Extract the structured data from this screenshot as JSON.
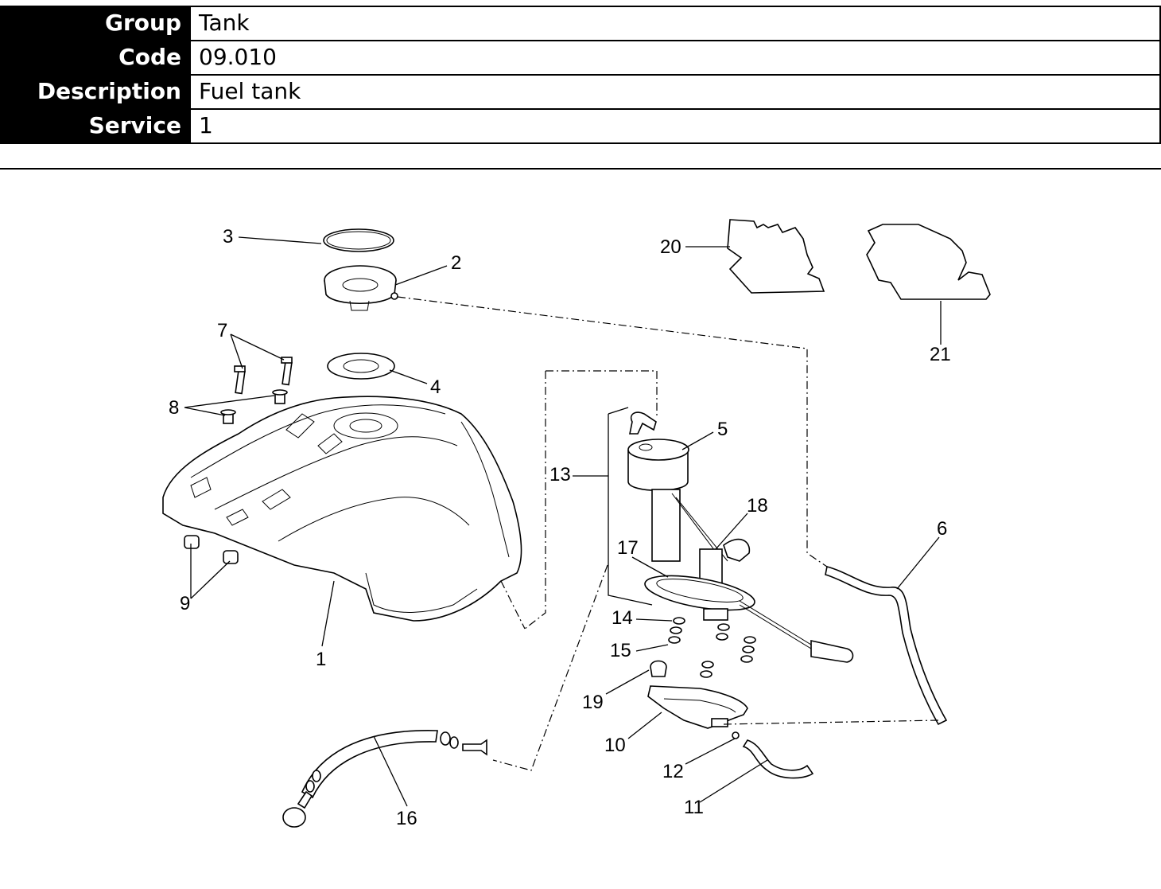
{
  "header": {
    "rows": [
      {
        "key": "Group",
        "value": "Tank"
      },
      {
        "key": "Code",
        "value": "09.010"
      },
      {
        "key": "Description",
        "value": "Fuel tank"
      },
      {
        "key": "Service",
        "value": "1"
      }
    ]
  },
  "diagram": {
    "callouts": [
      "1",
      "2",
      "3",
      "4",
      "5",
      "6",
      "7",
      "8",
      "9",
      "10",
      "11",
      "12",
      "13",
      "14",
      "15",
      "16",
      "17",
      "18",
      "19",
      "20",
      "21"
    ]
  }
}
